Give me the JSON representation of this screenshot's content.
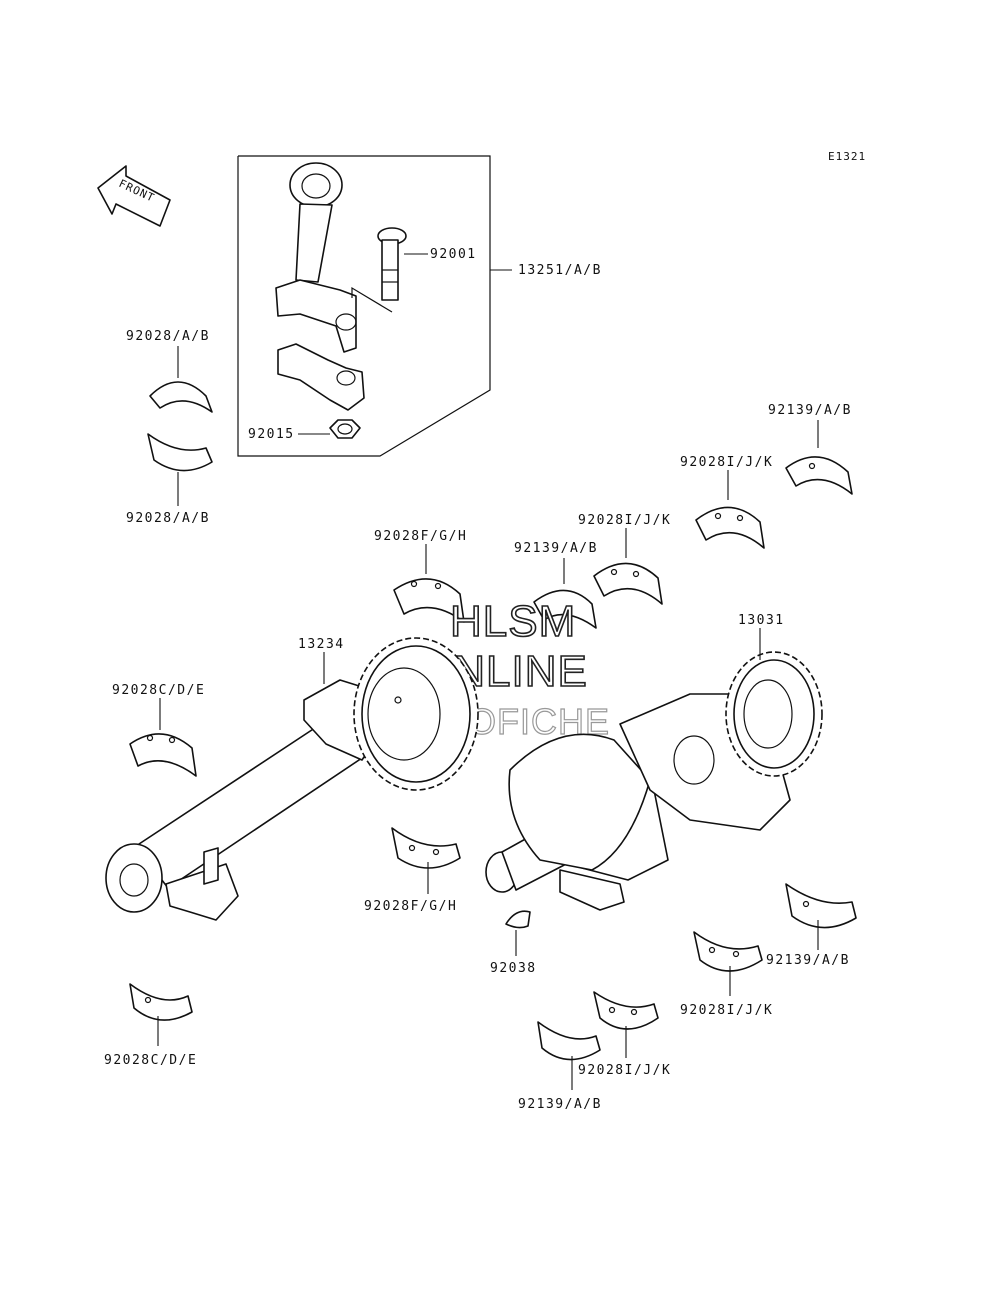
{
  "diagram_code": "E1321",
  "front_label": "FRONT",
  "watermark": [
    "HLSM",
    "ONLINE",
    "MICROFICHE"
  ],
  "parts": {
    "rod_bolt": "92001",
    "rod_assembly": "13251/A/B",
    "rod_nut": "92015",
    "rod_bearing_upper": "92028/A/B",
    "rod_bearing_lower": "92028/A/B",
    "balancer_bearing_fgh_upper": "92028F/G/H",
    "balancer_bearing_fgh_lower": "92028F/G/H",
    "balancer_bearing_cde_upper": "92028C/D/E",
    "balancer_bearing_cde_lower": "92028C/D/E",
    "balancer_shaft": "13234",
    "crankshaft": "13031",
    "key": "92038",
    "main_bearing_ijk_1": "92028I/J/K",
    "main_bearing_ijk_2": "92028I/J/K",
    "main_bearing_ijk_3": "92028I/J/K",
    "main_bearing_ijk_4": "92028I/J/K",
    "thrust_bearing_1": "92139/A/B",
    "thrust_bearing_2": "92139/A/B",
    "thrust_bearing_3": "92139/A/B",
    "thrust_bearing_4": "92139/A/B"
  }
}
